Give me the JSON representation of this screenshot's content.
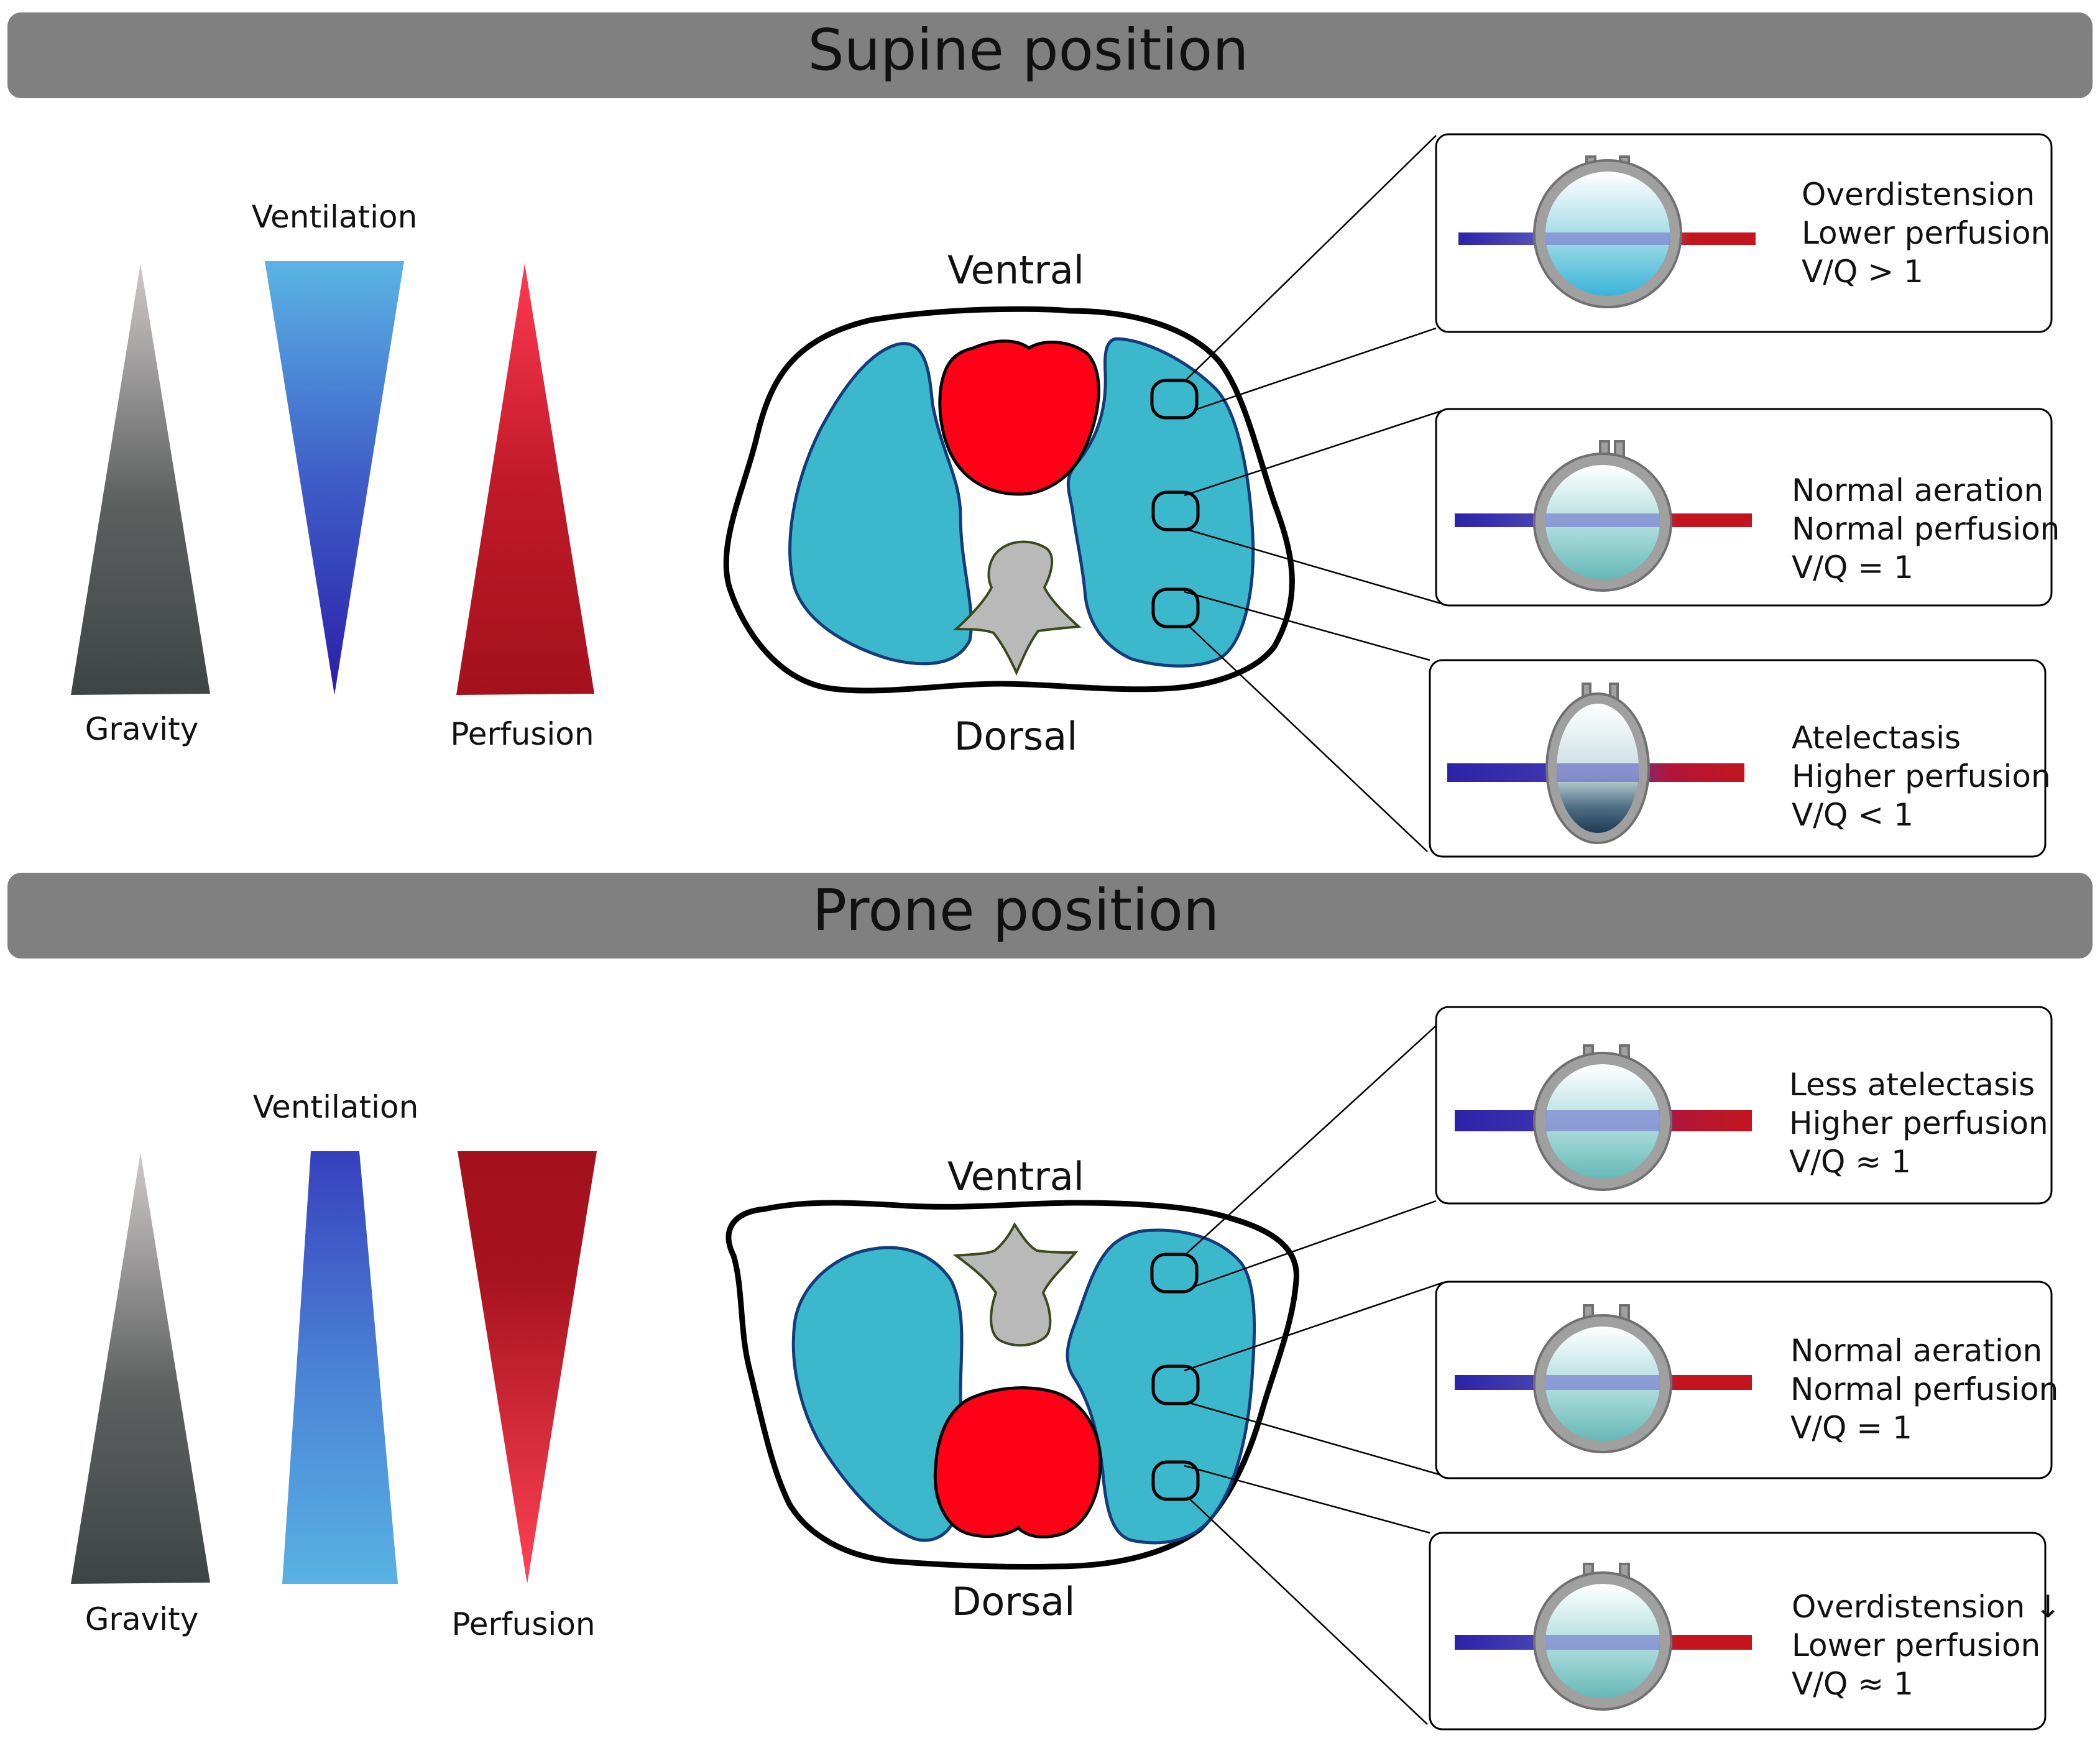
{
  "panels": [
    {
      "title": "Supine position",
      "gradients": {
        "gravity": "Gravity",
        "ventilation": "Ventilation",
        "perfusion": "Perfusion"
      },
      "orientation": {
        "top": "Ventral",
        "bottom": "Dorsal"
      },
      "boxes": [
        {
          "lines": [
            "Overdistension",
            "Lower perfusion",
            "V/Q > 1"
          ]
        },
        {
          "lines": [
            "Normal aeration",
            "Normal perfusion",
            "V/Q = 1"
          ]
        },
        {
          "lines": [
            "Atelectasis",
            "Higher perfusion",
            "V/Q < 1"
          ]
        }
      ]
    },
    {
      "title": "Prone position",
      "gradients": {
        "gravity": "Gravity",
        "ventilation": "Ventilation",
        "perfusion": "Perfusion"
      },
      "orientation": {
        "top": "Ventral",
        "bottom": "Dorsal"
      },
      "boxes": [
        {
          "lines": [
            "Less atelectasis",
            "Higher perfusion",
            "V/Q ≈ 1"
          ]
        },
        {
          "lines": [
            "Normal aeration",
            "Normal perfusion",
            "V/Q = 1"
          ]
        },
        {
          "lines": [
            "Overdistension ↓",
            "Lower perfusion",
            "V/Q ≈ 1"
          ]
        }
      ]
    }
  ],
  "colors": {
    "banner": "#808080",
    "lung": "#3cb8cc",
    "heart": "#ff0017",
    "spine": "#b9b9b9",
    "vent_blue": "#2b22a8",
    "perf_red": "#c4151f"
  }
}
